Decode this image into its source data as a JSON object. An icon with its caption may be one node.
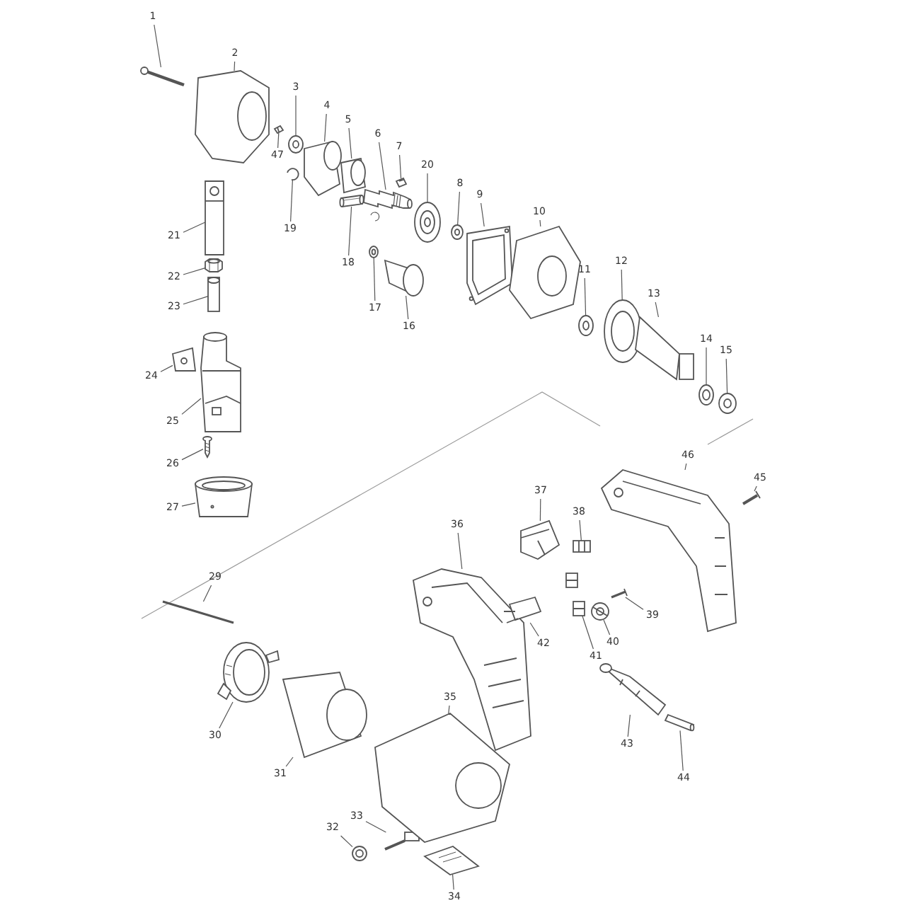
{
  "diagram": {
    "nodes": [
      {
        "text": [
          "1"
        ]
      },
      {
        "text": [
          "2"
        ]
      },
      {
        "text": [
          "3"
        ]
      },
      {
        "text": [
          "4"
        ]
      },
      {
        "text": [
          "5"
        ]
      },
      {
        "text": [
          "6"
        ]
      },
      {
        "text": [
          "7"
        ]
      },
      {
        "text": [
          "8"
        ]
      },
      {
        "text": [
          "9"
        ]
      },
      {
        "text": [
          "10"
        ]
      },
      {
        "text": [
          "11"
        ]
      },
      {
        "text": [
          "12"
        ]
      },
      {
        "text": [
          "13"
        ]
      },
      {
        "text": [
          "14"
        ]
      },
      {
        "text": [
          "15"
        ]
      },
      {
        "text": [
          "16"
        ]
      },
      {
        "text": [
          "17"
        ]
      },
      {
        "text": [
          "18"
        ]
      },
      {
        "text": [
          "19"
        ]
      },
      {
        "text": [
          "20"
        ]
      },
      {
        "text": [
          "21"
        ]
      },
      {
        "text": [
          "22"
        ]
      },
      {
        "text": [
          "23"
        ]
      },
      {
        "text": [
          "24"
        ]
      },
      {
        "text": [
          "25"
        ]
      },
      {
        "text": [
          "26"
        ]
      },
      {
        "text": [
          "27"
        ]
      },
      {
        "text": [
          "29"
        ]
      },
      {
        "text": [
          "30"
        ]
      },
      {
        "text": [
          "31"
        ]
      },
      {
        "text": [
          "32"
        ]
      },
      {
        "text": [
          "33"
        ]
      },
      {
        "text": [
          "34"
        ]
      },
      {
        "text": [
          "35"
        ]
      },
      {
        "text": [
          "36"
        ]
      },
      {
        "text": [
          "37"
        ]
      },
      {
        "text": [
          "38"
        ]
      },
      {
        "text": [
          "39"
        ]
      },
      {
        "text": [
          "40"
        ]
      },
      {
        "text": [
          "41"
        ]
      },
      {
        "text": [
          "42"
        ]
      },
      {
        "text": [
          "43"
        ]
      },
      {
        "text": [
          "44"
        ]
      },
      {
        "text": [
          "45"
        ]
      },
      {
        "text": [
          "46"
        ]
      },
      {
        "text": [
          "47"
        ]
      },
      {
        "text": [],
        "shape": "picture"
      },
      {
        "text": [],
        "shape": "picture"
      },
      {
        "text": [],
        "shape": "picture"
      },
      {
        "text": [],
        "shape": "picture"
      },
      {
        "text": [],
        "shape": "picture"
      },
      {
        "text": [],
        "shape": "picture"
      },
      {
        "text": [],
        "shape": "picture"
      },
      {
        "text": [],
        "shape": "picture"
      },
      {
        "text": [],
        "shape": "picture"
      },
      {
        "text": [],
        "shape": "picture"
      },
      {
        "text": [],
        "shape": "picture"
      },
      {
        "text": [],
        "shape": "picture"
      },
      {
        "text": [],
        "shape": "picture"
      },
      {
        "text": [],
        "shape": "picture"
      },
      {
        "text": [],
        "shape": "picture"
      },
      {
        "text": [],
        "shape": "picture"
      },
      {
        "text": [],
        "shape": "picture"
      },
      {
        "text": [],
        "shape": "picture"
      },
      {
        "text": [],
        "shape": "picture"
      },
      {
        "text": [],
        "shape": "picture"
      },
      {
        "text": [],
        "shape": "picture"
      },
      {
        "text": [],
        "shape": "picture"
      },
      {
        "text": [],
        "shape": "picture"
      },
      {
        "text": [],
        "shape": "picture"
      },
      {
        "text": [],
        "shape": "picture"
      },
      {
        "text": [],
        "shape": "picture"
      },
      {
        "text": [],
        "shape": "picture"
      },
      {
        "text": [],
        "shape": "picture"
      },
      {
        "text": [],
        "shape": "picture"
      },
      {
        "text": [],
        "shape": "picture"
      },
      {
        "text": [],
        "shape": "picture"
      },
      {
        "text": [],
        "shape": "picture"
      },
      {
        "text": [],
        "shape": "picture"
      },
      {
        "text": [],
        "shape": "picture"
      },
      {
        "text": [],
        "shape": "picture"
      },
      {
        "text": [],
        "shape": "picture"
      },
      {
        "text": [],
        "shape": "picture"
      },
      {
        "text": [],
        "shape": "picture"
      },
      {
        "text": [],
        "shape": "picture"
      },
      {
        "text": [],
        "shape": "picture"
      },
      {
        "text": [],
        "shape": "picture"
      },
      {
        "text": [],
        "shape": "picture"
      },
      {
        "text": [],
        "shape": "picture"
      },
      {
        "text": [],
        "shape": "picture"
      },
      {
        "text": [],
        "shape": "picture"
      },
      {
        "text": [],
        "shape": "picture"
      }
    ],
    "edges": [
      {
        "from": 0,
        "to": 46,
        "arrow": "none"
      },
      {
        "from": 1,
        "to": 47,
        "arrow": "none"
      },
      {
        "from": 2,
        "to": 48,
        "arrow": "none"
      },
      {
        "from": 3,
        "to": 49,
        "arrow": "none"
      },
      {
        "from": 4,
        "to": 50,
        "arrow": "none"
      },
      {
        "from": 5,
        "to": 51,
        "arrow": "none"
      },
      {
        "from": 6,
        "to": 52,
        "arrow": "none"
      },
      {
        "from": 7,
        "to": 53,
        "arrow": "none"
      },
      {
        "from": 8,
        "to": 54,
        "arrow": "none"
      },
      {
        "from": 9,
        "to": 55,
        "arrow": "none"
      },
      {
        "from": 10,
        "to": 56,
        "arrow": "none"
      },
      {
        "from": 11,
        "to": 57,
        "arrow": "none"
      },
      {
        "from": 12,
        "to": 58,
        "arrow": "none"
      },
      {
        "from": 13,
        "to": 59,
        "arrow": "none"
      },
      {
        "from": 14,
        "to": 60,
        "arrow": "none"
      },
      {
        "from": 15,
        "to": 61,
        "arrow": "none"
      },
      {
        "from": 16,
        "to": 62,
        "arrow": "none"
      },
      {
        "from": 17,
        "to": 63,
        "arrow": "none"
      },
      {
        "from": 18,
        "to": 64,
        "arrow": "none"
      },
      {
        "from": 19,
        "to": 65,
        "arrow": "none"
      },
      {
        "from": 20,
        "to": 66,
        "arrow": "none"
      },
      {
        "from": 21,
        "to": 67,
        "arrow": "none"
      },
      {
        "from": 22,
        "to": 68,
        "arrow": "none"
      },
      {
        "from": 23,
        "to": 69,
        "arrow": "none"
      },
      {
        "from": 24,
        "to": 70,
        "arrow": "none"
      },
      {
        "from": 25,
        "to": 71,
        "arrow": "none"
      },
      {
        "from": 26,
        "to": 72,
        "arrow": "none"
      },
      {
        "from": 27,
        "to": 73,
        "arrow": "none"
      },
      {
        "from": 28,
        "to": 74,
        "arrow": "none"
      },
      {
        "from": 29,
        "to": 75,
        "arrow": "none"
      },
      {
        "from": 30,
        "to": 76,
        "arrow": "none"
      },
      {
        "from": 31,
        "to": 77,
        "arrow": "none"
      },
      {
        "from": 32,
        "to": 78,
        "arrow": "none"
      },
      {
        "from": 33,
        "to": 79,
        "arrow": "none"
      },
      {
        "from": 34,
        "to": 80,
        "arrow": "none"
      },
      {
        "from": 35,
        "to": 81,
        "arrow": "none"
      },
      {
        "from": 36,
        "to": 82,
        "arrow": "none"
      },
      {
        "from": 37,
        "to": 83,
        "arrow": "none"
      },
      {
        "from": 38,
        "to": 84,
        "arrow": "none"
      },
      {
        "from": 39,
        "to": 85,
        "arrow": "none"
      },
      {
        "from": 40,
        "to": 86,
        "arrow": "none"
      },
      {
        "from": 41,
        "to": 87,
        "arrow": "none"
      },
      {
        "from": 42,
        "to": 88,
        "arrow": "none"
      },
      {
        "from": 43,
        "to": 89,
        "arrow": "none"
      },
      {
        "from": 44,
        "to": 90,
        "arrow": "none"
      },
      {
        "from": 45,
        "to": 91,
        "arrow": "none"
      }
    ]
  }
}
